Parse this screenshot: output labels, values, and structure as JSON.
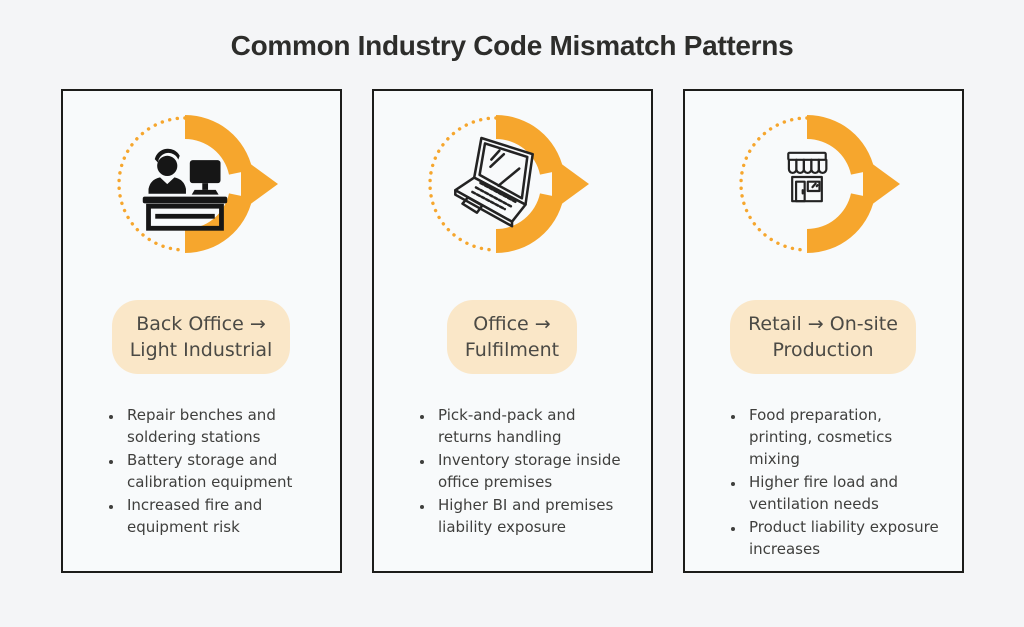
{
  "title": "Common Industry Code Mismatch Patterns",
  "colors": {
    "page_background": "#F4F5F7",
    "card_background": "#F8FAFB",
    "card_border": "#1C1C1A",
    "accent_orange": "#F6A62D",
    "badge_background": "#FAE7C8",
    "badge_text": "#4B4A45",
    "bullet_text": "#3F3F3D",
    "title_text": "#2D2D2B"
  },
  "cards": [
    {
      "icon": "person-at-desk-icon",
      "label_lines": [
        "Back Office →",
        "Light Industrial"
      ],
      "bullets": [
        "Repair benches and soldering stations",
        "Battery storage and calibration equipment",
        "Increased fire and equipment risk"
      ]
    },
    {
      "icon": "laptop-icon",
      "label_lines": [
        "Office →",
        "Fulfilment"
      ],
      "bullets": [
        "Pick-and-pack and returns handling",
        "Inventory storage inside office premises",
        "Higher BI and premises liability exposure"
      ]
    },
    {
      "icon": "storefront-icon",
      "label_lines": [
        "Retail → On-site",
        "Production"
      ],
      "bullets": [
        "Food preparation, printing, cosmetics mixing",
        "Higher fire load and ventilation needs",
        "Product liability exposure increases"
      ]
    }
  ]
}
